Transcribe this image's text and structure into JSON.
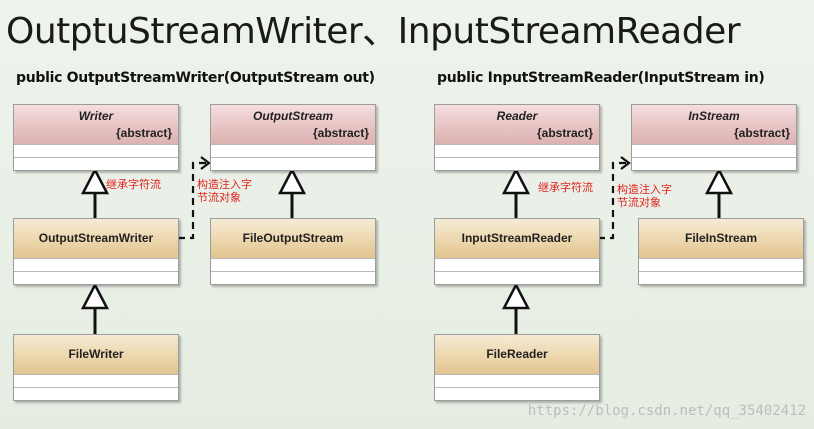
{
  "title": "OutptuStreamWriter、InputStreamReader",
  "left": {
    "signature": "public OutputStreamWriter(OutputStream out)",
    "writer": {
      "name": "Writer",
      "stereotype": "{abstract}"
    },
    "output_stream": {
      "name": "OutputStream",
      "stereotype": "{abstract}"
    },
    "osw": {
      "name": "OutputStreamWriter"
    },
    "fos": {
      "name": "FileOutputStream"
    },
    "file_writer": {
      "name": "FileWriter"
    },
    "note_inherit": "继承字符流",
    "note_inject": "构造注入字\n节流对象"
  },
  "right": {
    "signature": "public InputStreamReader(InputStream in)",
    "reader": {
      "name": "Reader",
      "stereotype": "{abstract}"
    },
    "in_stream": {
      "name": "InStream",
      "stereotype": "{abstract}"
    },
    "isr": {
      "name": "InputStreamReader"
    },
    "fis": {
      "name": "FileInStream"
    },
    "file_reader": {
      "name": "FileReader"
    },
    "note_inherit": "继承字符流",
    "note_inject": "构造注入字\n节流对象"
  },
  "watermark": "https://blog.csdn.net/qq_35402412"
}
